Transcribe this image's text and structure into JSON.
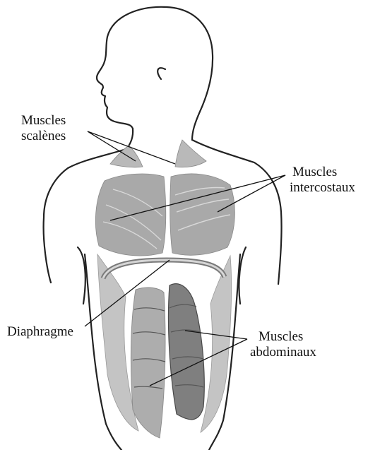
{
  "labels": {
    "scalenes": [
      "Muscles",
      "scalènes"
    ],
    "intercostaux": [
      "Muscles",
      "intercostaux"
    ],
    "diaphragme": [
      "Diaphragme"
    ],
    "abdominaux": [
      "Muscles",
      "abdominaux"
    ]
  },
  "colors": {
    "outline": "#222222",
    "muscle_light": "#b9b9b9",
    "muscle_mid": "#a4a4a4",
    "muscle_dark": "#7f7f7f",
    "leader": "#111111"
  }
}
